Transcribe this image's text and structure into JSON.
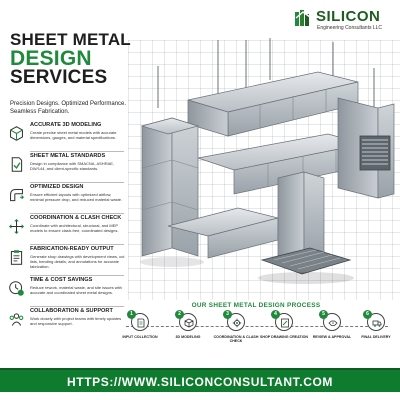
{
  "brand": {
    "name": "SILICON",
    "subtitle": "Engineering Consultants LLC",
    "color": "#1f8a3c"
  },
  "headline": {
    "line1": "SHEET METAL",
    "line2": "DESIGN",
    "line3": "SERVICES"
  },
  "tagline": "Precision Designs. Optimized Performance. Seamless Fabrication.",
  "features": [
    {
      "icon": "cube-3d-icon",
      "title": "ACCURATE 3D MODELING",
      "desc": "Create precise sheet metal models with accurate dimensions, gauges, and material specifications."
    },
    {
      "icon": "document-check-icon",
      "title": "SHEET METAL STANDARDS",
      "desc": "Design in compliance with SMACNA, ASHRAE, DW/144, and client-specific standards."
    },
    {
      "icon": "duct-elbow-icon",
      "title": "OPTIMIZED DESIGN",
      "desc": "Ensure efficient layouts with optimized airflow, minimal pressure drop, and reduced material waste."
    },
    {
      "icon": "arrows-cross-icon",
      "title": "COORDINATION & CLASH CHECK",
      "desc": "Coordinate with architectural, structural, and MEP models to ensure clash-free, coordinated designs."
    },
    {
      "icon": "clipboard-icon",
      "title": "FABRICATION-READY OUTPUT",
      "desc": "Generate shop drawings with development views, cut lists, bending details, and annotations for accurate fabrication."
    },
    {
      "icon": "clock-coin-icon",
      "title": "TIME & COST SAVINGS",
      "desc": "Reduce rework, material waste, and site issues with accurate and coordinated sheet metal designs."
    },
    {
      "icon": "team-icon",
      "title": "COLLABORATION & SUPPORT",
      "desc": "Work closely with project teams with timely updates and responsive support."
    }
  ],
  "process": {
    "title": "OUR SHEET METAL DESIGN PROCESS",
    "steps": [
      {
        "num": "1",
        "label": "INPUT COLLECTION",
        "icon": "input-document-icon"
      },
      {
        "num": "2",
        "label": "3D MODELING",
        "icon": "cube-icon"
      },
      {
        "num": "3",
        "label": "COORDINATION & CLASH CHECK",
        "icon": "gear-icon"
      },
      {
        "num": "4",
        "label": "SHOP DRAWING CREATION",
        "icon": "drawing-icon"
      },
      {
        "num": "5",
        "label": "REVIEW & APPROVAL",
        "icon": "handshake-icon"
      },
      {
        "num": "6",
        "label": "FINAL DELIVERY",
        "icon": "delivery-icon"
      }
    ]
  },
  "banner": {
    "url": "HTTPS://WWW.SILICONCONSULTANT.COM",
    "color": "#0f7b2e"
  }
}
